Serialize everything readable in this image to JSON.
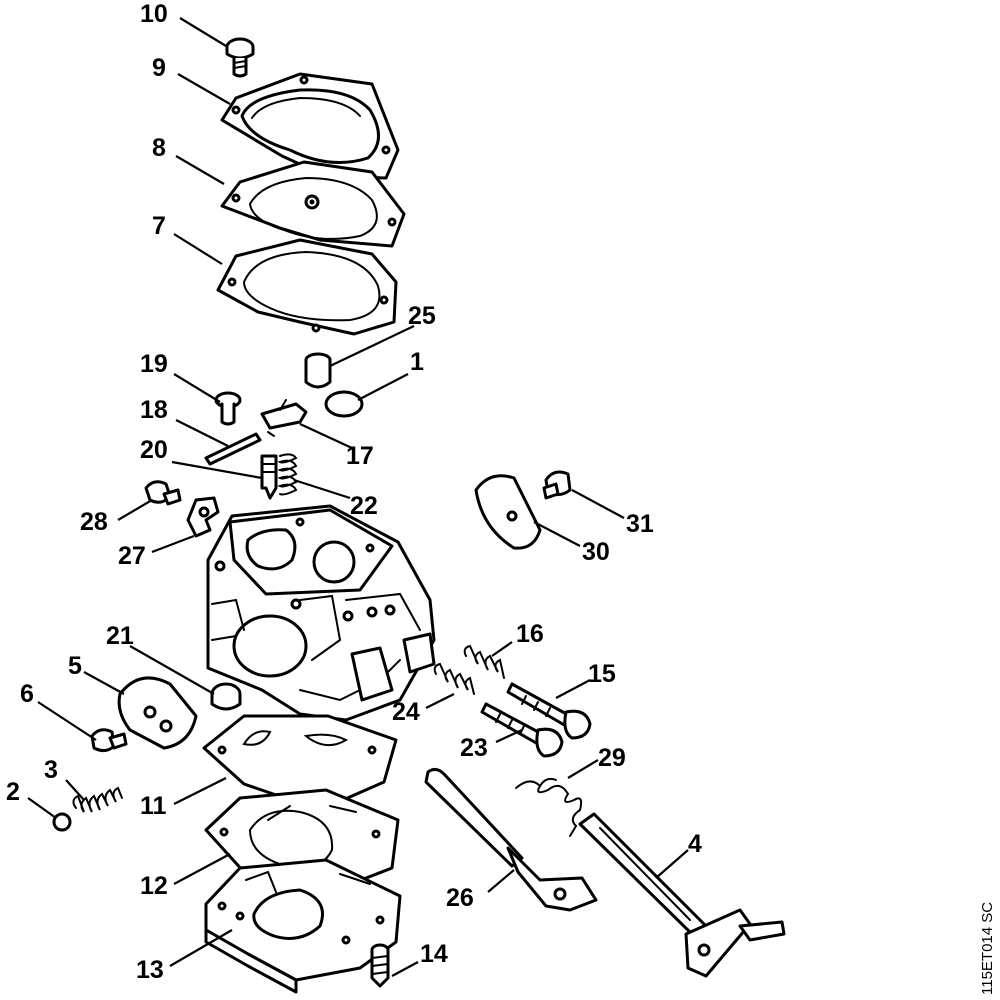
{
  "diagram": {
    "code": "115ET014 SC",
    "labels": {
      "p1": "1",
      "p2": "2",
      "p3": "3",
      "p4": "4",
      "p5": "5",
      "p6": "6",
      "p7": "7",
      "p8": "8",
      "p9": "9",
      "p10": "10",
      "p11": "11",
      "p12": "12",
      "p13": "13",
      "p14": "14",
      "p15": "15",
      "p16": "16",
      "p17": "17",
      "p18": "18",
      "p19": "19",
      "p20": "20",
      "p21": "21",
      "p22": "22",
      "p23": "23",
      "p24": "24",
      "p25": "25",
      "p26": "26",
      "p27": "27",
      "p28": "28",
      "p29": "29",
      "p30": "30",
      "p31": "31"
    }
  }
}
